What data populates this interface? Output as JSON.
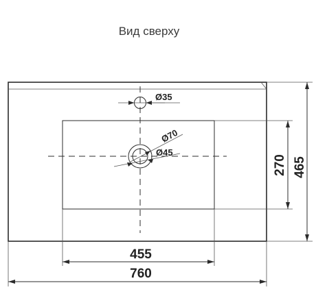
{
  "title": "Вид сверху",
  "dimensions": {
    "total_width": "760",
    "bowl_width": "455",
    "total_depth": "465",
    "bowl_depth": "270",
    "tap_hole": "Ø35",
    "drain_outer": "Ø70",
    "drain_inner": "Ø45"
  }
}
